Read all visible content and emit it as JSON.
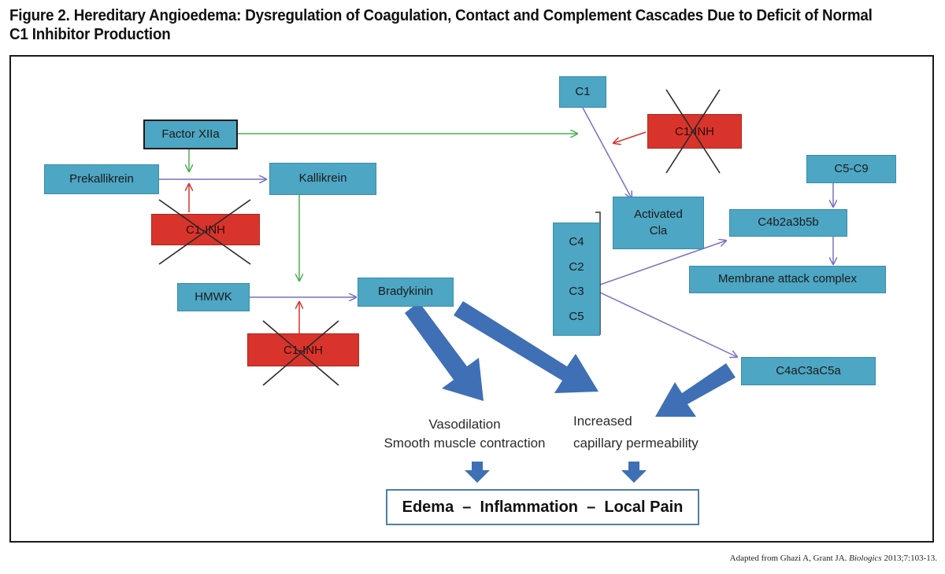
{
  "figure": {
    "title": "Figure 2. Hereditary Angioedema: Dysregulation of Coagulation, Contact and Complement Cascades Due to Deficit of Normal C1 Inhibitor Production",
    "credit_prefix": "Adapted from Ghazi A, Grant JA. ",
    "credit_journal": "Biologics",
    "credit_suffix": " 2013;7:103-13."
  },
  "nodes": {
    "c1": "C1",
    "factor_xiia": "Factor XIIa",
    "prekallikrein": "Prekallikrein",
    "kallikrein": "Kallikrein",
    "hmwk": "HMWK",
    "bradykinin": "Bradykinin",
    "activated_cla_line1": "Activated",
    "activated_cla_line2": "Cla",
    "c5_c9": "C5-C9",
    "c4b2a3b5b": "C4b2a3b5b",
    "membrane_attack_complex": "Membrane attack complex",
    "c4ac3ac5a": "C4aC3aC5a",
    "c_stack": [
      "C4",
      "C2",
      "C3",
      "C5"
    ]
  },
  "inhibitors": {
    "top_right": "C1-INH",
    "left": "C1-INH",
    "bottom": "C1-INH"
  },
  "effects": {
    "vasodilation": "Vasodilation",
    "smooth_muscle": "Smooth muscle contraction",
    "increased": "Increased",
    "capillary": "capillary permeability"
  },
  "outcome": "Edema  –  Inflammation  –  Local Pain",
  "colors": {
    "node_fill": "#4da6c3",
    "inhibitor_fill": "#d8342c",
    "green_arrow": "#4caf50",
    "purple_arrow": "#7b6fc4",
    "red_arrow": "#d8342c",
    "blue_thick_arrow": "#3f6fb5"
  }
}
